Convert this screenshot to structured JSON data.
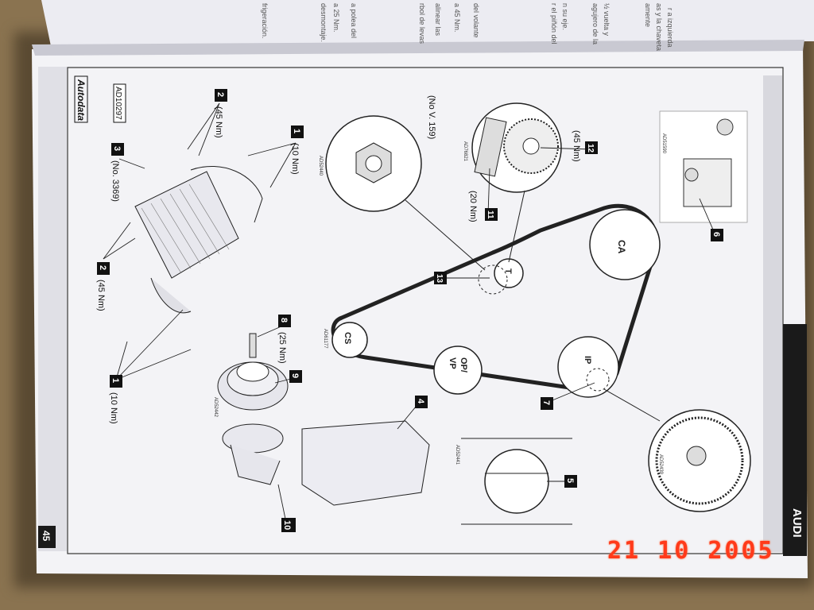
{
  "page": {
    "brand": "Autodata",
    "make": "AUDI",
    "page_number": "45",
    "figure_code": "AD10297"
  },
  "callouts": [
    {
      "id": "1",
      "text": "(10 Nm)"
    },
    {
      "id": "2",
      "text": "(45 Nm)"
    },
    {
      "id": "3",
      "text": "(No. 3369)"
    },
    {
      "id": "2b",
      "label": "2",
      "text": "(45 Nm)"
    },
    {
      "id": "1b",
      "label": "1",
      "text": "(10 Nm)"
    },
    {
      "id": "8",
      "text": "(25 Nm)"
    },
    {
      "id": "9",
      "text": ""
    },
    {
      "id": "10",
      "text": ""
    },
    {
      "id": "4",
      "text": ""
    },
    {
      "id": "5",
      "text": ""
    },
    {
      "id": "6",
      "text": ""
    },
    {
      "id": "7",
      "text": ""
    },
    {
      "id": "11",
      "text": "(20 Nm)"
    },
    {
      "id": "12",
      "text": "(45 Nm)"
    },
    {
      "id": "13",
      "text": ""
    }
  ],
  "tool_note": "(No V. 159)",
  "pulleys": {
    "ca": "CA",
    "t": "T",
    "cs": "CS",
    "op": "OP/",
    "vp": "VP",
    "ip": "IP"
  },
  "sub_figures": [
    "AD52440",
    "AD76821",
    "AD51590",
    "AD52442",
    "AD52441",
    "AD52439",
    "AD61177"
  ],
  "date_stamp": "21 10 2005",
  "top_page_fragments": [
    "r a izquierda",
    "as y la chaveta",
    "amente",
    "½ vuelta y",
    "agujero de la",
    "n su eje.",
    "r el piñón del",
    "rbol de levas",
    "alinear las",
    "del volante",
    "a 45 Nm.",
    "a polea del",
    "a 25 Nm.",
    "desmontaje.",
    "frigeración."
  ]
}
